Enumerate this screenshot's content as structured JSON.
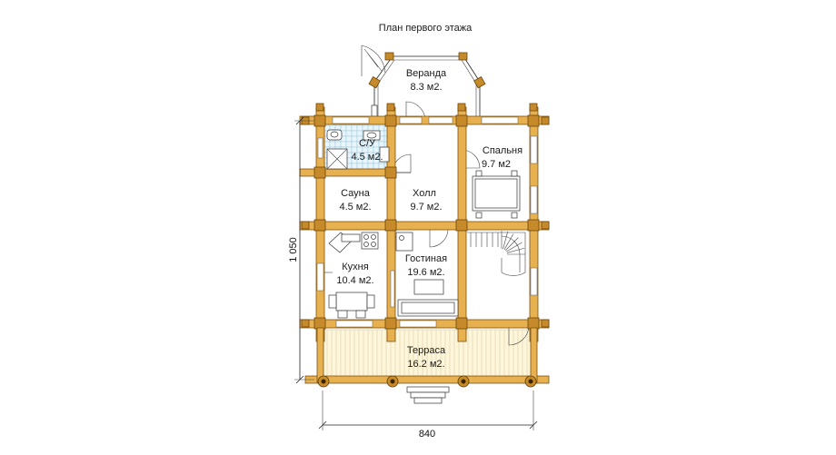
{
  "title": "План первого этажа",
  "rooms": {
    "veranda": {
      "name": "Веранда",
      "area": "8.3 м2."
    },
    "su": {
      "name": "С/У",
      "area": "4.5 м2."
    },
    "bedroom": {
      "name": "Спальня",
      "area": "9.7 м2"
    },
    "sauna": {
      "name": "Сауна",
      "area": "4.5 м2."
    },
    "hall": {
      "name": "Холл",
      "area": "9.7 м2."
    },
    "kitchen": {
      "name": "Кухня",
      "area": "10.4 м2."
    },
    "living": {
      "name": "Гостиная",
      "area": "19.6 м2."
    },
    "terrace": {
      "name": "Терраса",
      "area": "16.2 м2."
    }
  },
  "dimensions": {
    "height": "1 050",
    "width": "840"
  },
  "colors": {
    "log": "#e8b14f",
    "log_edge": "#7a5210",
    "tile": "#e8f5fb",
    "deck": "#fdf6da"
  }
}
